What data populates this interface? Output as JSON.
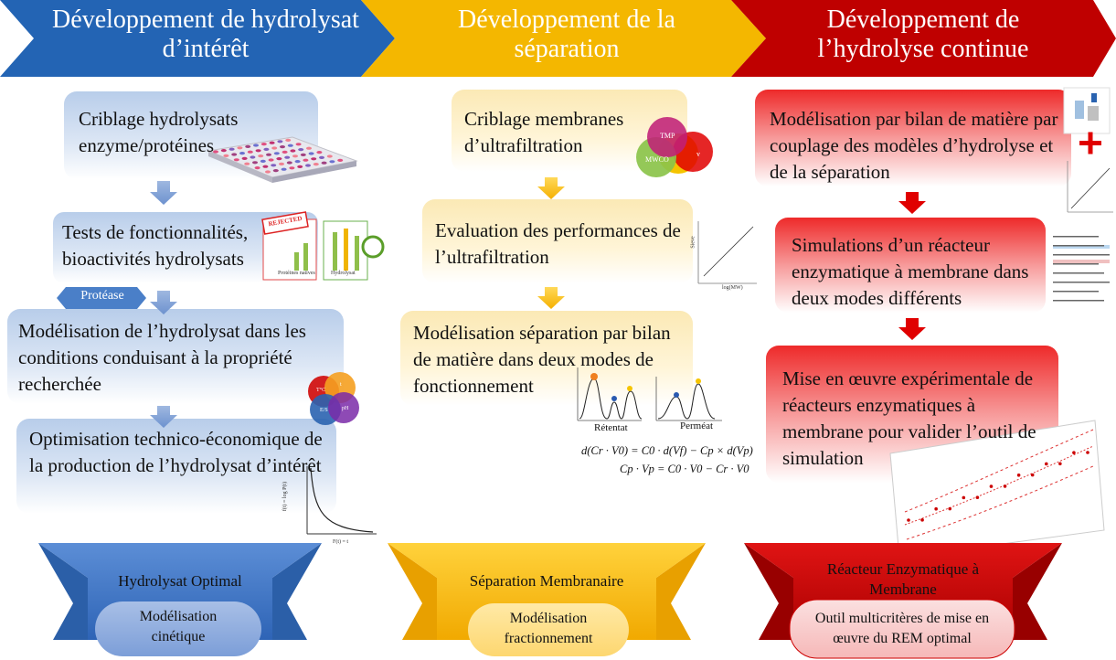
{
  "headers": [
    "Développement de hydrolysat d’intérêt",
    "Développement de la séparation",
    "Développement de l’hydrolyse continue"
  ],
  "col1": {
    "steps": [
      "Criblage hydrolysats enzyme/protéines",
      "Tests de fonctionnalités, bioactivités hydrolysats",
      "Modélisation de l’hydrolysat dans les conditions conduisant à la propriété recherchée",
      "Optimisation technico-économique de la production de l’hydrolysat d’intérêt"
    ],
    "protease_label": "Protéase",
    "rejected_stamp": "REJECTED",
    "chart_labels": [
      "Protéines natives",
      "Hydrolysat"
    ],
    "condition_labels": [
      "T°C",
      "t",
      "E/S",
      "pH"
    ],
    "axis_labels": [
      "f(t) = log P(t)",
      "F(t) = t"
    ],
    "banner": "Hydrolysat Optimal",
    "pill": "Modélisation cinétique"
  },
  "col2": {
    "steps": [
      "Criblage membranes d’ultrafiltration",
      "Evaluation des performances de l’ultrafiltration",
      "Modélisation séparation par bilan de matière dans deux modes de fonctionnement"
    ],
    "venn_labels": [
      "TMP",
      "MWCO",
      "v"
    ],
    "axis_labels": [
      "Sieve",
      "log(MW)"
    ],
    "retentat": "Rétentat",
    "permeat": "Perméat",
    "eq1": "d(Cr · V0) = C0 · d(Vf) − Cp × d(Vp)",
    "eq2": "Cp · Vp = C0 · V0 − Cr · V0",
    "banner": "Séparation Membranaire",
    "pill": "Modélisation fractionnement"
  },
  "col3": {
    "steps": [
      "Modélisation par bilan de matière par couplage des modèles d’hydrolyse et de la séparation",
      "Simulations d’un réacteur enzymatique à membrane dans deux modes différents",
      "Mise en œuvre expérimentale de réacteurs enzymatiques à membrane pour valider l’outil de simulation"
    ],
    "banner": "Réacteur Enzymatique à Membrane",
    "pill": "Outil multicritères de mise en œuvre du REM optimal"
  },
  "colors": {
    "blue": "#2e6fbf",
    "yellow": "#f5b800",
    "red": "#c00000"
  }
}
